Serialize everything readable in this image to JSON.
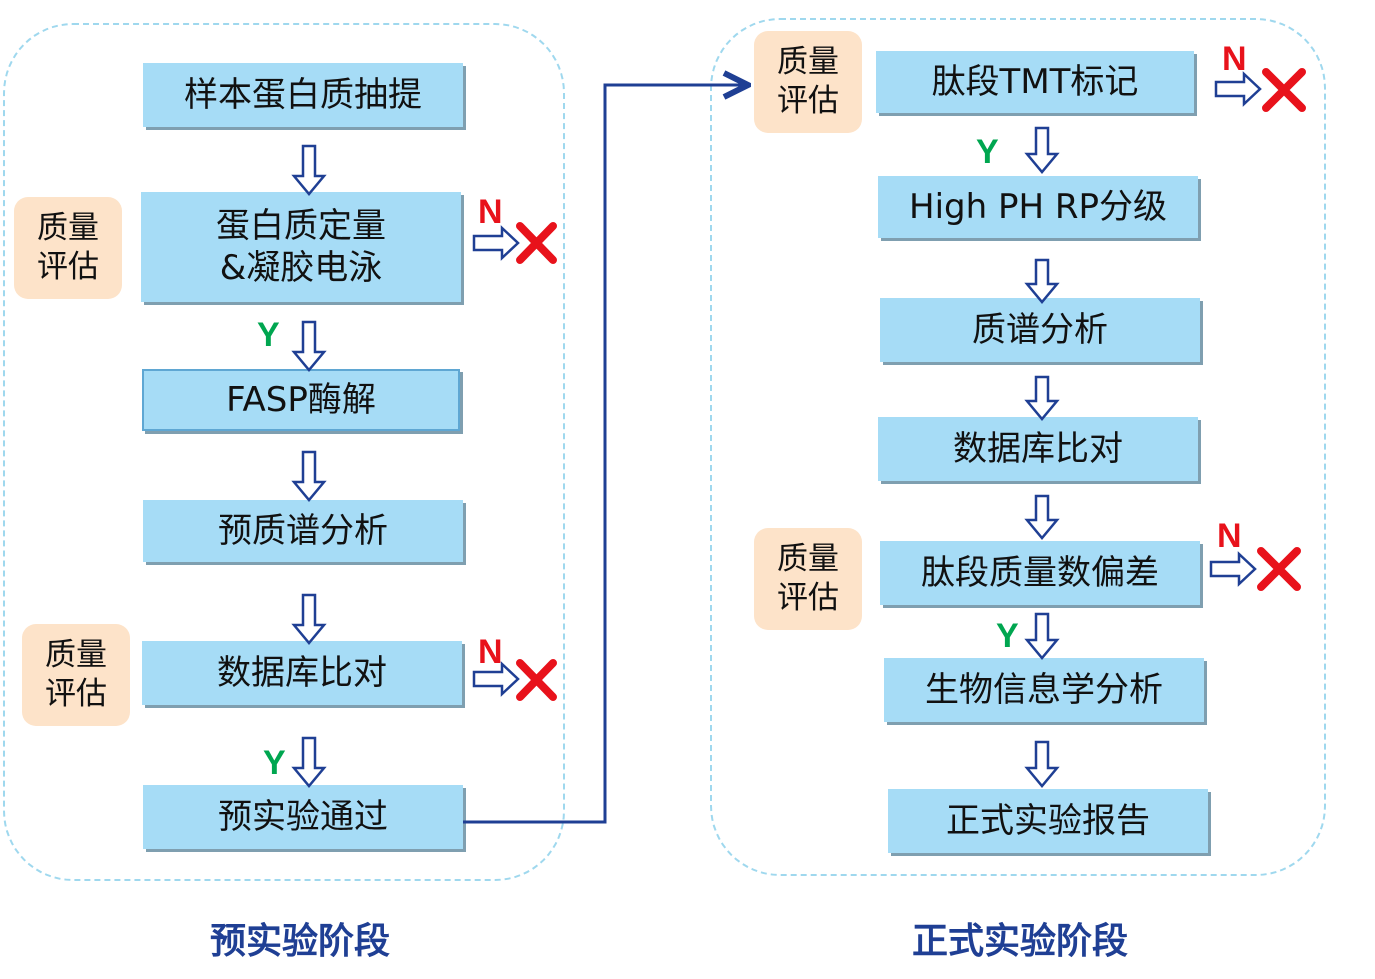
{
  "colors": {
    "step_fill": "#a6dcf6",
    "qa_fill": "#fde3c9",
    "arrow": "#1f3f94",
    "yes": "#00a650",
    "no": "#e8121b",
    "stage_title": "#1f3f94",
    "panel_border": "#9fd8ee"
  },
  "pre_stage": {
    "title": "预实验阶段",
    "steps": [
      "样本蛋白质抽提",
      "蛋白质定量\n&凝胶电泳",
      "FASP酶解",
      "预质谱分析",
      "数据库比对",
      "预实验通过"
    ],
    "qa_labels": [
      "质量\n评估",
      "质量\n评估"
    ],
    "yes_labels": [
      "Y",
      "Y"
    ],
    "no_labels": [
      "N",
      "N"
    ]
  },
  "formal_stage": {
    "title": "正式实验阶段",
    "steps": [
      "肽段TMT标记",
      "High PH RP分级",
      "质谱分析",
      "数据库比对",
      "肽段质量数偏差",
      "生物信息学分析",
      "正式实验报告"
    ],
    "qa_labels": [
      "质量\n评估",
      "质量\n评估"
    ],
    "yes_labels": [
      "Y",
      "Y"
    ],
    "no_labels": [
      "N",
      "N"
    ]
  },
  "icons": {
    "reject": "x-mark-icon",
    "flow": "hollow-down-arrow-icon",
    "branch": "hollow-right-arrow-icon"
  }
}
